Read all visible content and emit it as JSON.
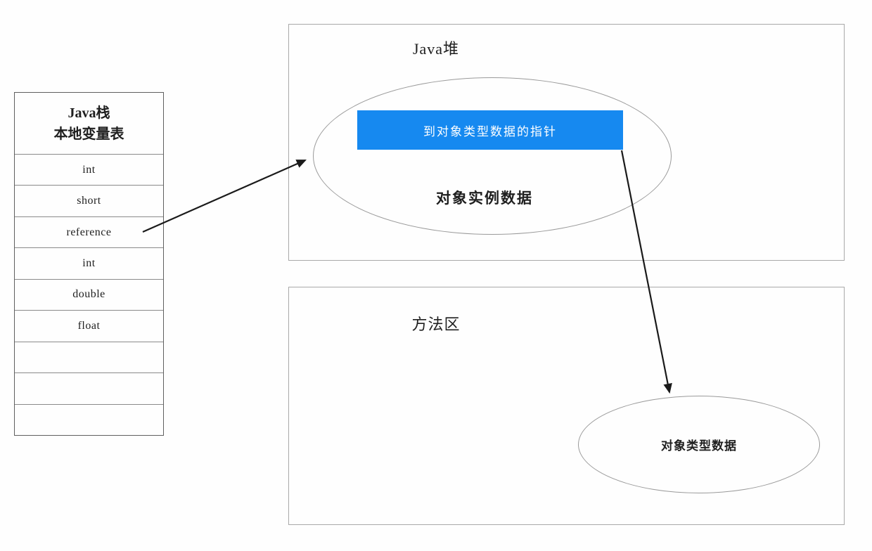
{
  "diagram": {
    "stack": {
      "title_line1": "Java栈",
      "title_line2": "本地变量表",
      "rows": [
        "int",
        "short",
        "reference",
        "int",
        "double",
        "float",
        "",
        "",
        ""
      ]
    },
    "heap": {
      "title": "Java堆",
      "pointer_box_label": "到对象类型数据的指针",
      "instance_data_label": "对象实例数据"
    },
    "method_area": {
      "title": "方法区",
      "type_data_label": "对象类型数据"
    },
    "arrows": [
      {
        "from": "reference",
        "to": "对象实例数据 (Java堆)"
      },
      {
        "from": "到对象类型数据的指针",
        "to": "对象类型数据 (方法区)"
      }
    ],
    "colors": {
      "pointer_box_fill": "#1689f0",
      "pointer_box_text": "#ffffff",
      "arrow_line": "#1a1a1a",
      "border_gray": "#8a8a8a"
    }
  }
}
